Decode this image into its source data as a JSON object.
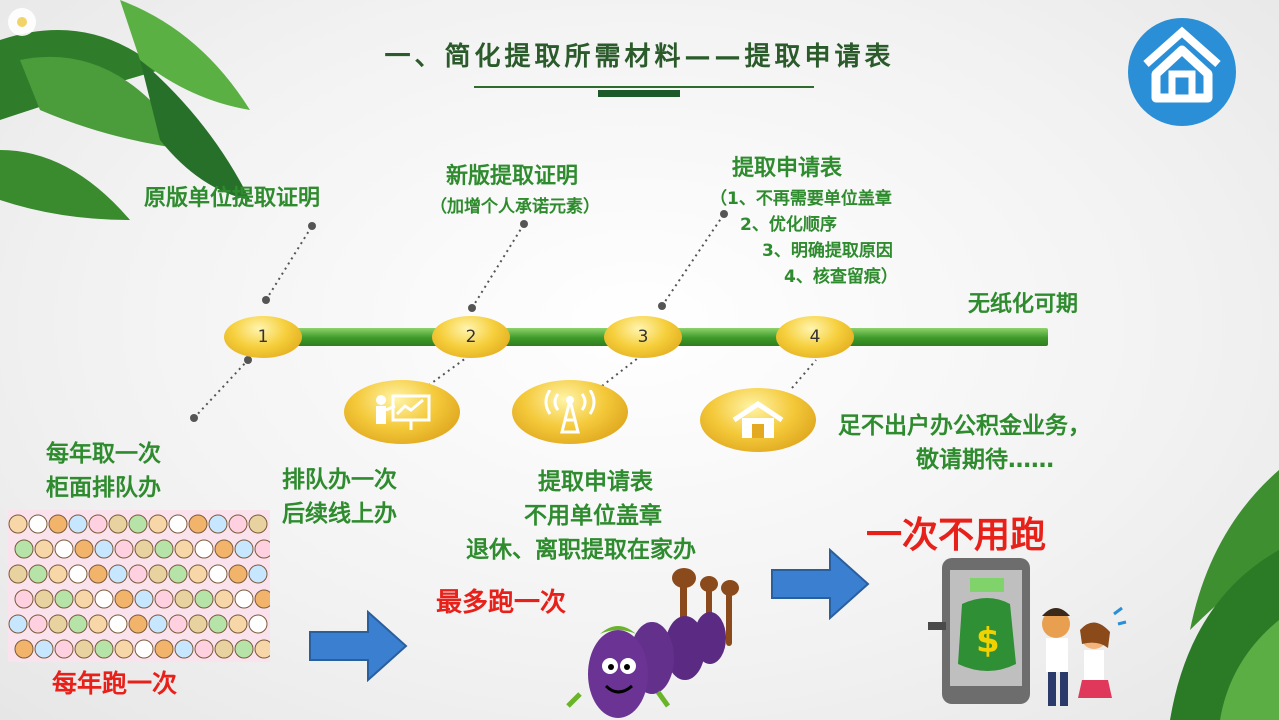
{
  "title": "一、简化提取所需材料——提取申请表",
  "top_labels": {
    "stage1": "原版单位提取证明",
    "stage2_title": "新版提取证明",
    "stage2_note": "（加增个人承诺元素）",
    "stage3_title": "提取申请表",
    "stage3_items": [
      "（1、不再需要单位盖章",
      "2、优化顺序",
      "3、明确提取原因",
      "4、核查留痕）"
    ],
    "stage4": "无纸化可期"
  },
  "nodes": [
    "1",
    "2",
    "3",
    "4"
  ],
  "bottom_labels": {
    "b1_line1": "每年取一次",
    "b1_line2": "柜面排队办",
    "b1_caption": "每年跑一次",
    "b2_line1": "排队办一次",
    "b2_line2": "后续线上办",
    "b3_line1": "提取申请表",
    "b3_line2": "不用单位盖章",
    "b3_line3": "退休、离职提取在家办",
    "b3_caption": "最多跑一次",
    "b4_line1": "足不出户办公积金业务，",
    "b4_line2": "敬请期待……",
    "b4_caption": "一次不用跑"
  },
  "icons": {
    "logo": "housing-fund-logo-icon",
    "badge1": "presentation-board-icon",
    "badge2": "signal-tower-icon",
    "badge3": "house-icon"
  },
  "colors": {
    "accent_green": "#2e8b2e",
    "red": "#e8201a",
    "gold": "#f4c93a",
    "logo_blue": "#2a8fd6",
    "arrow_blue": "#3b7fd0"
  }
}
